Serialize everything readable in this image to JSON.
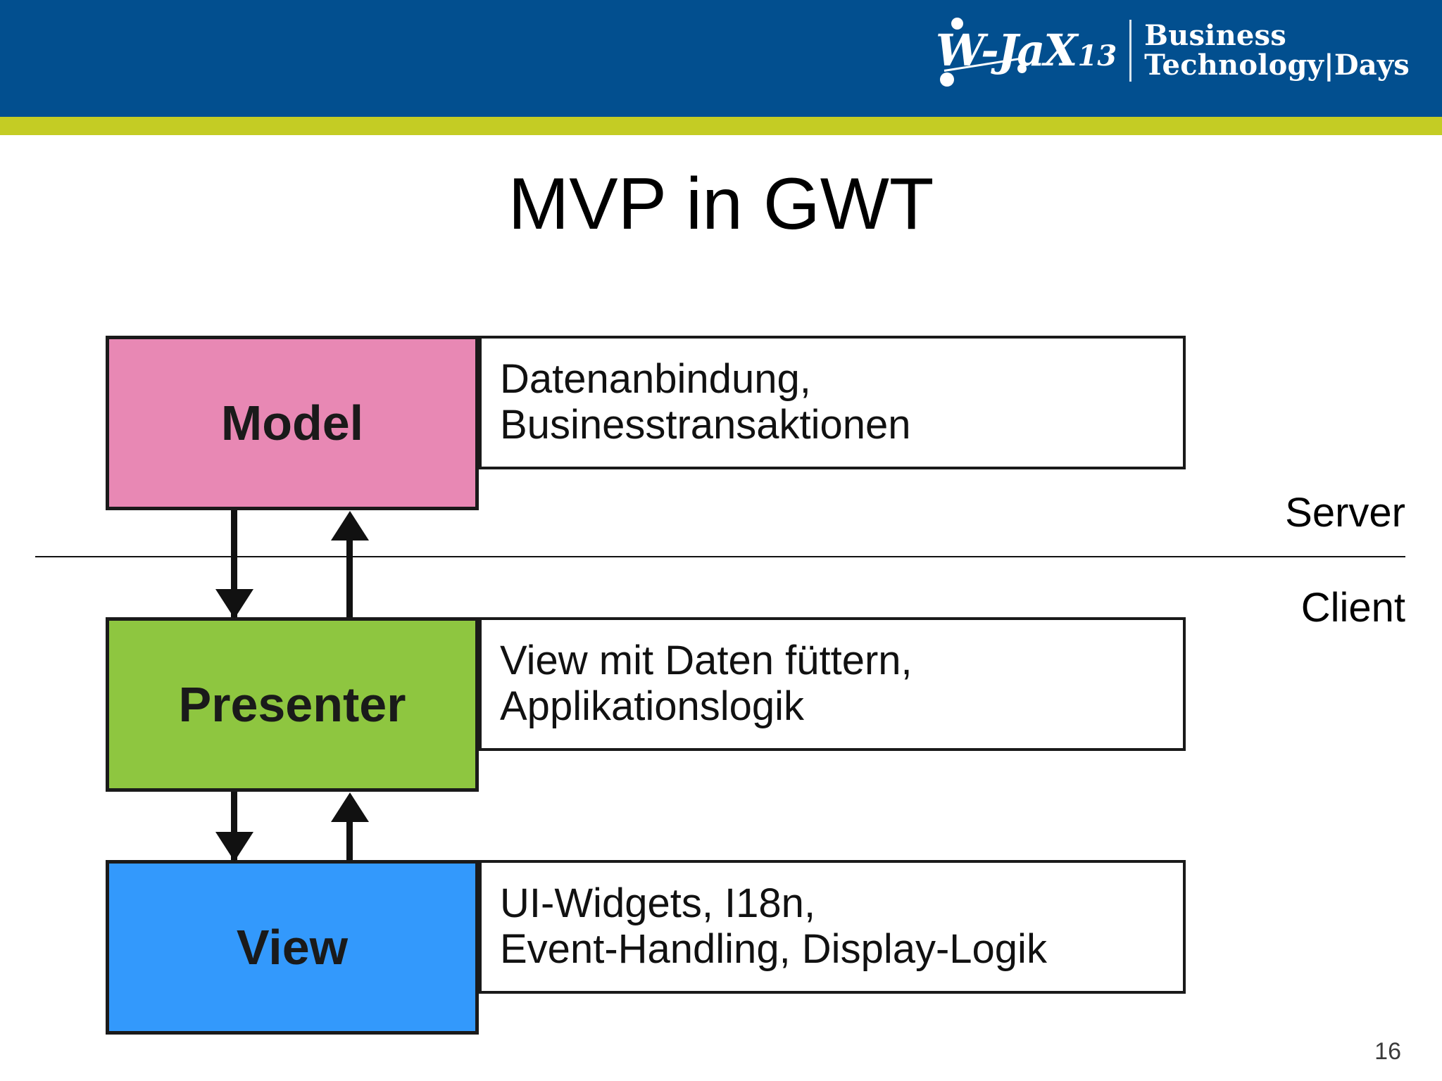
{
  "header": {
    "band_color": "#024F8F",
    "accent_color": "#C4CC24",
    "logo": {
      "brand": "W-JaX",
      "year": "13",
      "tagline_line1": "Business",
      "tagline_line2": "Technology|Days"
    }
  },
  "slide": {
    "title": "MVP in GWT",
    "number": "16"
  },
  "tiers": {
    "server_label": "Server",
    "client_label": "Client"
  },
  "layers": [
    {
      "name": "Model",
      "color": "#E888B4",
      "description_line1": "Datenanbindung,",
      "description_line2": "Businesstransaktionen"
    },
    {
      "name": "Presenter",
      "color": "#8EC640",
      "description_line1": "View mit Daten füttern,",
      "description_line2": "Applikationslogik"
    },
    {
      "name": "View",
      "color": "#3399FC",
      "description_line1": "UI-Widgets, I18n,",
      "description_line2": "Event-Handling, Display-Logik"
    }
  ],
  "arrows": [
    {
      "id": "model-to-presenter",
      "direction": "down"
    },
    {
      "id": "presenter-to-model",
      "direction": "up"
    },
    {
      "id": "presenter-to-view",
      "direction": "down"
    },
    {
      "id": "view-to-presenter",
      "direction": "up"
    }
  ]
}
